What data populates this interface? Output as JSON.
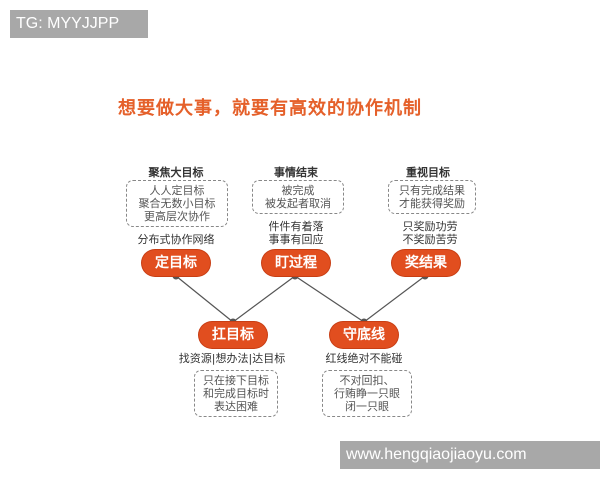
{
  "watermarks": {
    "top": "TG: MYYJJPP",
    "bottom": "www.hengqiaojiaoyu.com"
  },
  "title": "想要做大事，就要有高效的协作机制",
  "colors": {
    "title": "#e5602a",
    "pill": "#e14e1f",
    "line": "#555555",
    "dot": "#555555",
    "watermark_bg": "#a8a8a8"
  },
  "top_nodes": [
    {
      "heading": "聚焦大目标",
      "box_lines": [
        "人人定目标",
        "聚合无数小目标",
        "更高层次协作"
      ],
      "plain_lines": [
        "分布式协作网络"
      ],
      "pill": "定目标"
    },
    {
      "heading": "事情结束",
      "box_lines": [
        "被完成",
        "被发起者取消"
      ],
      "plain_lines": [
        "件件有着落",
        "事事有回应"
      ],
      "pill": "盯过程"
    },
    {
      "heading": "重视目标",
      "box_lines": [
        "只有完成结果",
        "才能获得奖励"
      ],
      "plain_lines": [
        "只奖励功劳",
        "不奖励苦劳"
      ],
      "pill": "奖结果"
    }
  ],
  "bottom_nodes": [
    {
      "pill": "扛目标",
      "plain_lines": [
        "找资源|想办法|达目标"
      ],
      "box_lines": [
        "只在接下目标",
        "和完成目标时",
        "表达困难"
      ]
    },
    {
      "pill": "守底线",
      "plain_lines": [
        "红线绝对不能碰"
      ],
      "box_lines": [
        "不对回扣、",
        "行贿睁一只眼",
        "闭一只眼"
      ]
    }
  ]
}
